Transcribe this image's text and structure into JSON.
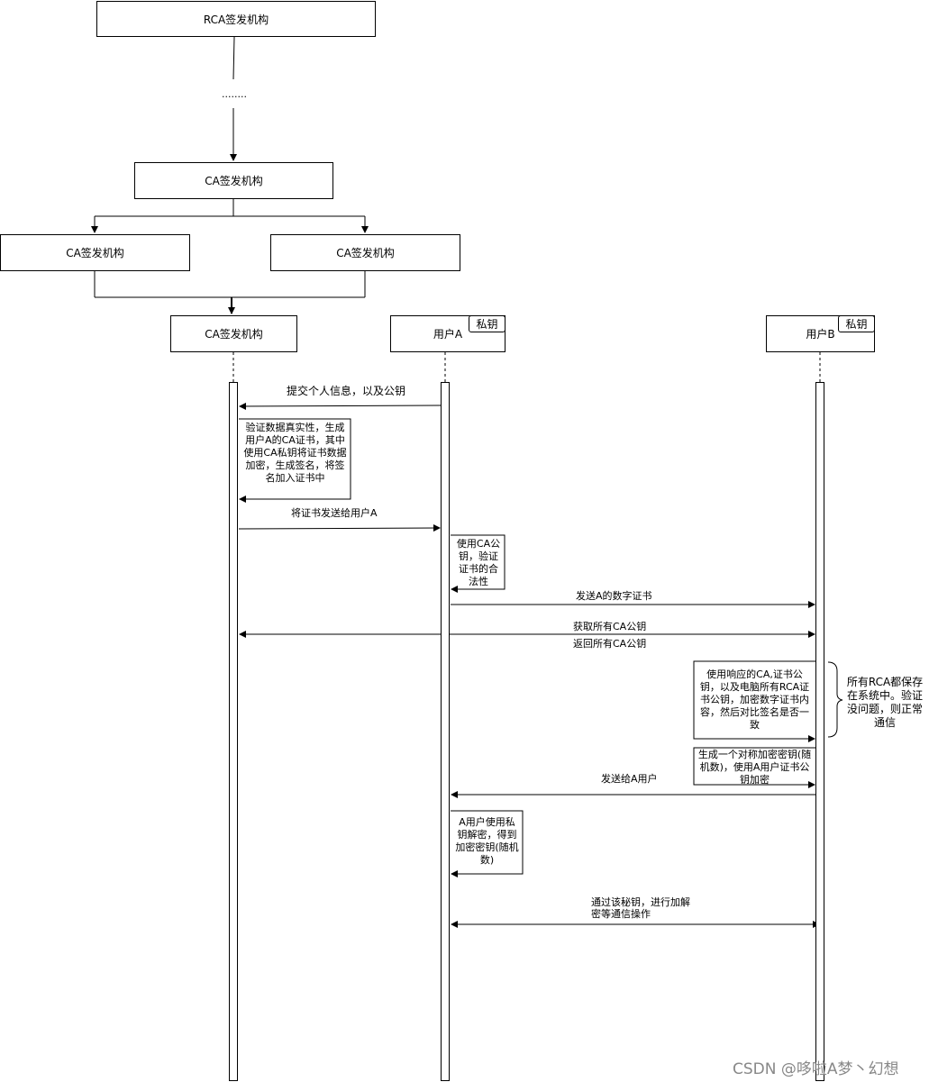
{
  "nodes": {
    "rca": "RCA签发机构",
    "dots": "........",
    "ca_mid": "CA签发机构",
    "ca_left": "CA签发机构",
    "ca_right": "CA签发机构",
    "ca_lane": "CA签发机构",
    "user_a": "用户A",
    "user_b": "用户B",
    "private_key_a": "私钥",
    "private_key_b": "私钥"
  },
  "messages": {
    "submit_info": "提交个人信息，以及公钥",
    "verify_note": "验证数据真实性，生成用户A的CA证书，其中使用CA私钥将证书数据加密，生成签名，将签名加入证书中",
    "send_cert": "将证书发送给用户A",
    "verify_ca_note": "使用CA公钥，验证证书的合法性",
    "send_digital_cert": "发送A的数字证书",
    "get_ca_keys": "获取所有CA公钥",
    "return_ca_keys": "返回所有CA公钥",
    "b_verify_note": "使用响应的CA,证书公钥，以及电脑所有RCA证书公钥，加密数字证书内容，然后对比签名是否一致",
    "rca_saved_note": "所有RCA都保存在系统中。验证没问题，则正常通信",
    "gen_key_note": "生成一个对称加密密钥(随机数)，使用A用户证书公钥加密",
    "send_to_a": "发送给A用户",
    "a_decrypt_note": "A用户使用私钥解密，得到加密密钥(随机数)",
    "communicate": "通过该秘钥，进行加解密等通信操作"
  },
  "watermark": "CSDN @哆啦A梦丶幻想"
}
